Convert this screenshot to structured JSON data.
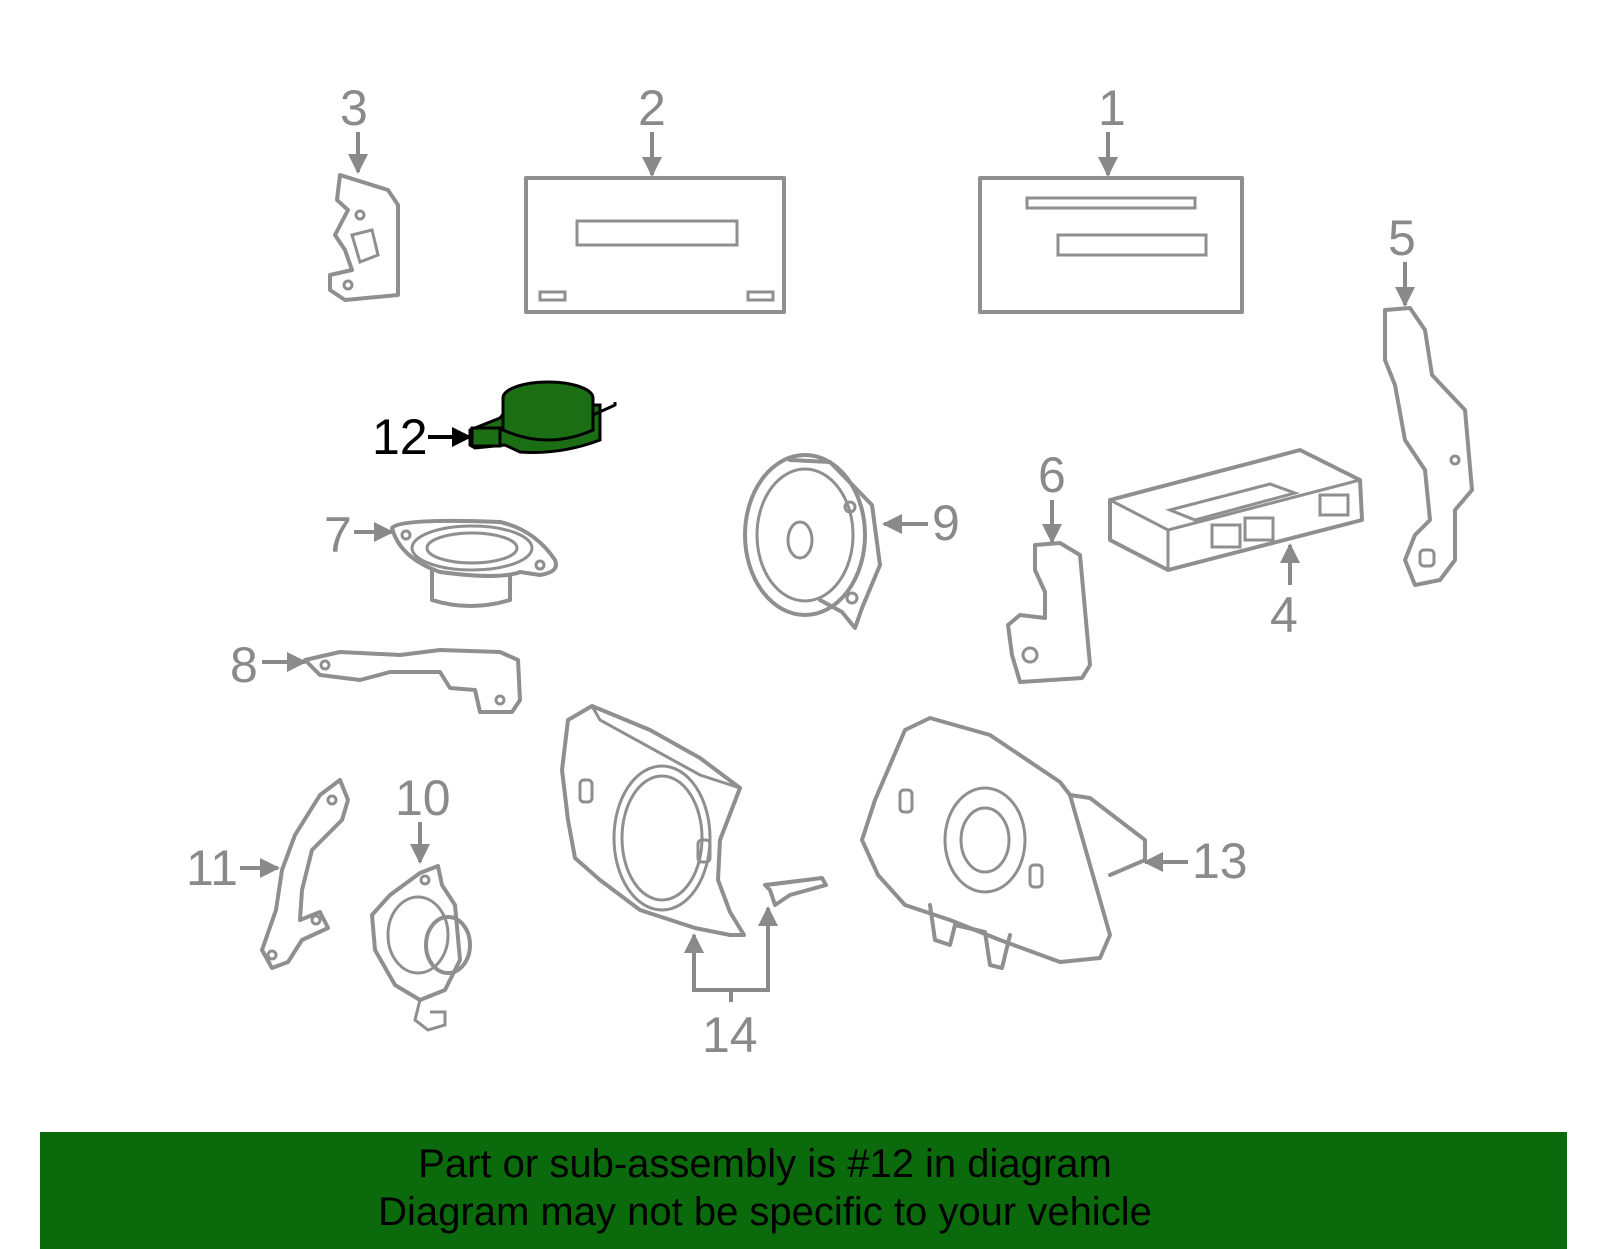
{
  "callouts": [
    {
      "id": "1",
      "text": "1"
    },
    {
      "id": "2",
      "text": "2"
    },
    {
      "id": "3",
      "text": "3"
    },
    {
      "id": "4",
      "text": "4"
    },
    {
      "id": "5",
      "text": "5"
    },
    {
      "id": "6",
      "text": "6"
    },
    {
      "id": "7",
      "text": "7"
    },
    {
      "id": "8",
      "text": "8"
    },
    {
      "id": "9",
      "text": "9"
    },
    {
      "id": "10",
      "text": "10"
    },
    {
      "id": "11",
      "text": "11"
    },
    {
      "id": "12",
      "text": "12"
    },
    {
      "id": "13",
      "text": "13"
    },
    {
      "id": "14",
      "text": "14"
    }
  ],
  "highlight": {
    "part": "12",
    "color": "#1c6e14"
  },
  "colors": {
    "line_gray": "#8f8f8f",
    "banner_green": "#0b6a0b"
  },
  "footer": {
    "line1": "Part or sub-assembly is #12 in diagram",
    "line2": "Diagram may not be specific to your vehicle"
  }
}
